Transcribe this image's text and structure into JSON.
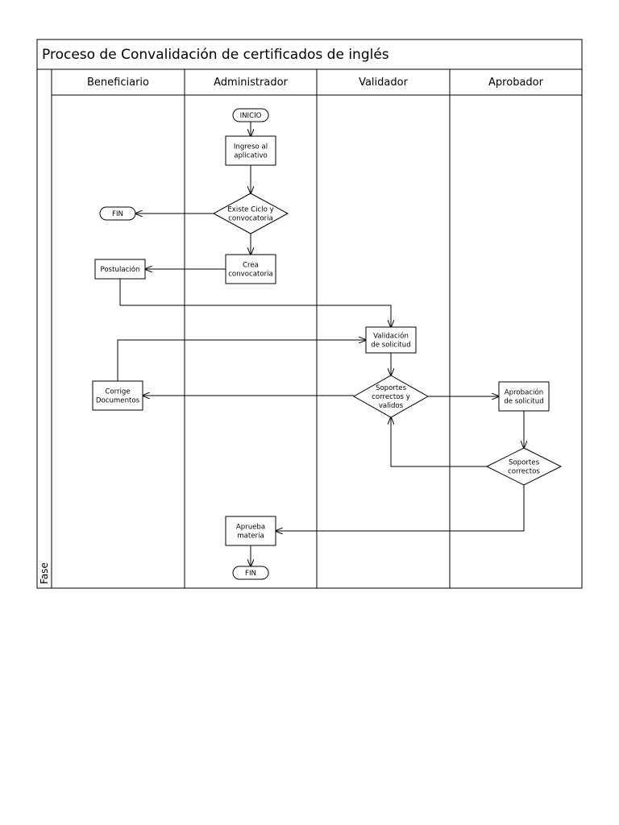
{
  "title": "Proceso de Convalidación de certificados de inglés",
  "phase_label": "Fase",
  "lanes": [
    {
      "id": "beneficiario",
      "label": "Beneficiario"
    },
    {
      "id": "administrador",
      "label": "Administrador"
    },
    {
      "id": "validador",
      "label": "Validador"
    },
    {
      "id": "aprobador",
      "label": "Aprobador"
    }
  ],
  "nodes": {
    "inicio": {
      "type": "terminator",
      "lane": "administrador",
      "lines": [
        "INICIO"
      ]
    },
    "ingreso": {
      "type": "process",
      "lane": "administrador",
      "lines": [
        "Ingreso al",
        "aplicativo"
      ]
    },
    "existe_ciclo": {
      "type": "decision",
      "lane": "administrador",
      "lines": [
        "Existe Ciclo y",
        "convocatoria"
      ]
    },
    "fin_1": {
      "type": "terminator",
      "lane": "beneficiario",
      "lines": [
        "FIN"
      ]
    },
    "crea": {
      "type": "process",
      "lane": "administrador",
      "lines": [
        "Crea",
        "convocatoria"
      ]
    },
    "postulacion": {
      "type": "process",
      "lane": "beneficiario",
      "lines": [
        "Postulación"
      ]
    },
    "validacion": {
      "type": "process",
      "lane": "validador",
      "lines": [
        "Validación",
        "de solicitud"
      ]
    },
    "soportes_val": {
      "type": "decision",
      "lane": "validador",
      "lines": [
        "Soportes",
        "correctos y",
        "validos"
      ]
    },
    "corrige": {
      "type": "process",
      "lane": "beneficiario",
      "lines": [
        "Corrige",
        "Documentos"
      ]
    },
    "aprobacion": {
      "type": "process",
      "lane": "aprobador",
      "lines": [
        "Aprobación",
        "de solicitud"
      ]
    },
    "soportes_apr": {
      "type": "decision",
      "lane": "aprobador",
      "lines": [
        "Soportes",
        "correctos"
      ]
    },
    "aprueba": {
      "type": "process",
      "lane": "administrador",
      "lines": [
        "Aprueba",
        "materia"
      ]
    },
    "fin_2": {
      "type": "terminator",
      "lane": "administrador",
      "lines": [
        "FIN"
      ]
    }
  },
  "edges": [
    {
      "from": "inicio",
      "to": "ingreso"
    },
    {
      "from": "ingreso",
      "to": "existe_ciclo"
    },
    {
      "from": "existe_ciclo",
      "to": "fin_1"
    },
    {
      "from": "existe_ciclo",
      "to": "crea"
    },
    {
      "from": "crea",
      "to": "postulacion"
    },
    {
      "from": "postulacion",
      "to": "validacion"
    },
    {
      "from": "corrige",
      "to": "validacion"
    },
    {
      "from": "validacion",
      "to": "soportes_val"
    },
    {
      "from": "soportes_val",
      "to": "corrige"
    },
    {
      "from": "soportes_val",
      "to": "aprobacion"
    },
    {
      "from": "aprobacion",
      "to": "soportes_apr"
    },
    {
      "from": "soportes_apr",
      "to": "soportes_val"
    },
    {
      "from": "soportes_apr",
      "to": "aprueba"
    },
    {
      "from": "aprueba",
      "to": "fin_2"
    }
  ]
}
